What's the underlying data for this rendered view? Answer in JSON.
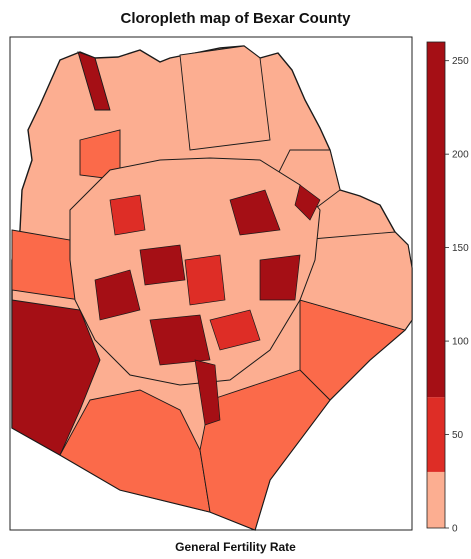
{
  "chart_data": {
    "type": "choropleth",
    "title": "Cloropleth map of Bexar County",
    "xlabel": "General Fertility Rate",
    "legend": {
      "placement": "right",
      "range": [
        0,
        260
      ],
      "ticks": [
        0,
        50,
        100,
        150,
        200,
        250
      ],
      "ticks_text": [
        "0",
        "50",
        "100",
        "150",
        "200",
        "250"
      ],
      "bins": [
        {
          "from": 0,
          "to": 30,
          "color": "#fcae91"
        },
        {
          "from": 30,
          "to": 70,
          "color": "#de2d26"
        },
        {
          "from": 70,
          "to": 260,
          "color": "#a50f15"
        }
      ]
    },
    "colors": {
      "low": "#fcae91",
      "mid_low": "#fb6a4a",
      "mid": "#de2d26",
      "high": "#a50f15",
      "border": "#1a1a1a",
      "background": "#ffffff"
    }
  }
}
